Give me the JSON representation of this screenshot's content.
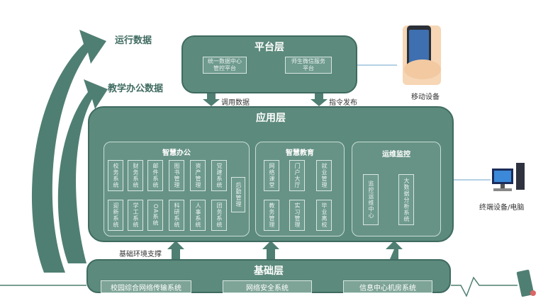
{
  "arrows": {
    "run_data": "运行数据",
    "office_data": "教学办公数据",
    "call_data": "调用数据",
    "command": "指令发布",
    "infra_support": "基础环境支撑"
  },
  "platform": {
    "title": "平台层",
    "boxes": [
      "统一数据中心\n管控平台",
      "师生微信服务\n平台"
    ]
  },
  "application": {
    "title": "应用层",
    "office": {
      "title": "智慧办公",
      "row1": [
        "校务系统",
        "财务系统",
        "邮件系统",
        "图书管理",
        "资产管理",
        "党建系统"
      ],
      "row2": [
        "迎新系统",
        "学工系统",
        "OA系统",
        "科研系统",
        "人事系统",
        "团务系统"
      ],
      "side": "后勤管理"
    },
    "education": {
      "title": "智慧教育",
      "row1": [
        "网络课堂",
        "门户大厅",
        "就业管理"
      ],
      "row2": [
        "教务管理",
        "实习管理",
        "毕业离校"
      ]
    },
    "monitor": {
      "title": "运维监控",
      "items": [
        "监控运维中心",
        "大数据分析系统"
      ]
    }
  },
  "base": {
    "title": "基础层",
    "items": [
      "校园综合网络传输系统",
      "网络安全系统",
      "信息中心机房系统"
    ]
  },
  "devices": {
    "mobile": "移动设备",
    "terminal": "终端设备/电脑"
  },
  "colors": {
    "primary": "#5c8a7c",
    "border": "#3f6b60",
    "arrow": "#4f7f72"
  }
}
